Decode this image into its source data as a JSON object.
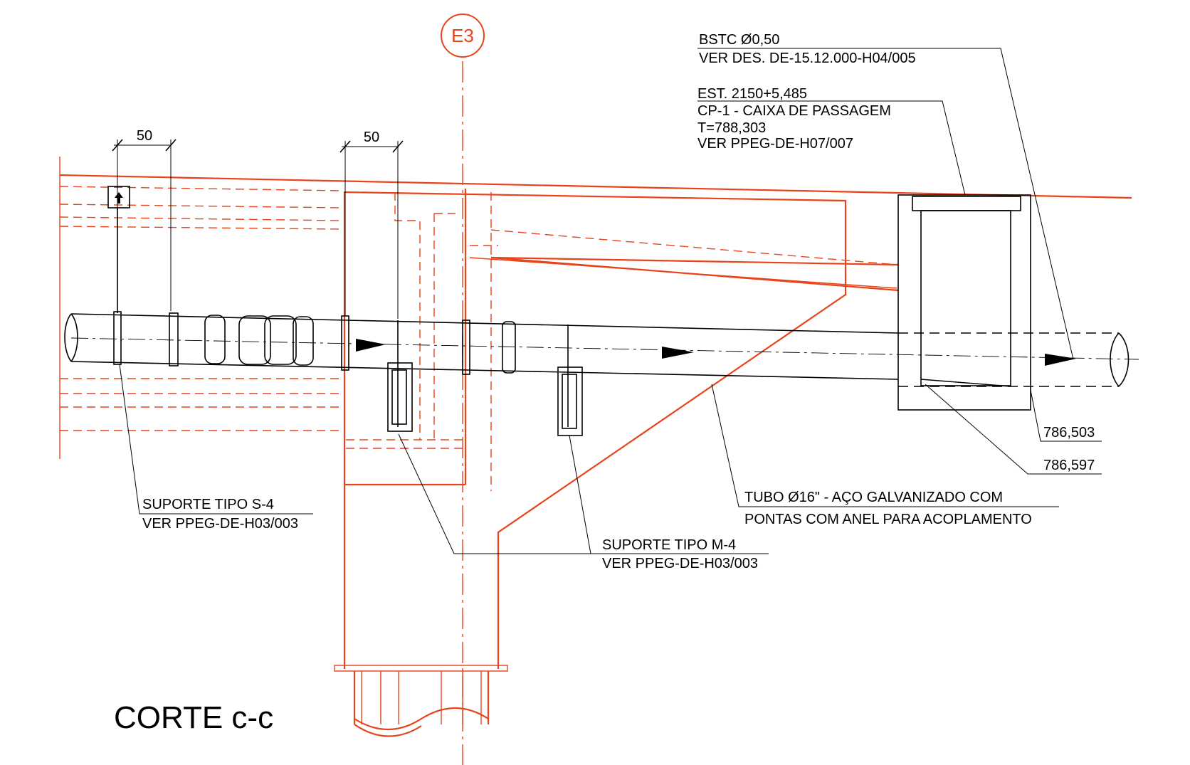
{
  "axis_marker": "E3",
  "dimensions": [
    "50",
    "50"
  ],
  "labels": {
    "bstc_line1": "BSTC Ø0,50",
    "bstc_line2": "VER DES. DE-15.12.000-H04/005",
    "est_line1": "EST. 2150+5,485",
    "est_line2": "CP-1 - CAIXA DE PASSAGEM",
    "est_line3": "T=788,303",
    "est_line4": "VER PPEG-DE-H07/007",
    "level_1": "786,503",
    "level_2": "786,597",
    "tubo_line1": "TUBO Ø16\" - AÇO GALVANIZADO COM",
    "tubo_line2": "PONTAS COM ANEL PARA ACOPLAMENTO",
    "s4_line1": "SUPORTE TIPO S-4",
    "s4_line2": "VER PPEG-DE-H03/003",
    "m4_line1": "SUPORTE TIPO M-4",
    "m4_line2": "VER PPEG-DE-H03/003"
  },
  "title": "CORTE c-c",
  "colors": {
    "structure": "#e8431a",
    "pipe": "#000000"
  }
}
